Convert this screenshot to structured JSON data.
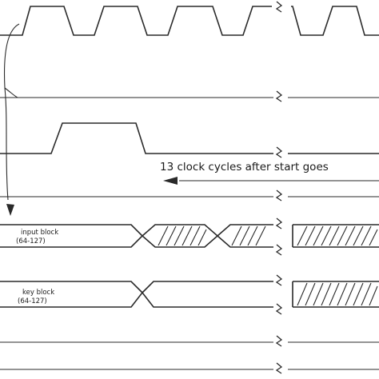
{
  "annotation": {
    "text": "13 clock cycles after start goes"
  },
  "buses": [
    {
      "label_line1": "input block",
      "label_line2": "(64-127)"
    },
    {
      "label_line1": "key block",
      "label_line2": "(64-127)"
    }
  ],
  "signals": [
    {
      "kind": "clock"
    },
    {
      "kind": "low"
    },
    {
      "kind": "pulse"
    },
    {
      "kind": "low-with-arrow"
    },
    {
      "kind": "bus"
    },
    {
      "kind": "bus"
    },
    {
      "kind": "low"
    },
    {
      "kind": "low"
    }
  ],
  "colors": {
    "ink": "#2a2a2a",
    "background": "#ffffff"
  },
  "icons": [
    "break-mark-icon",
    "arrow-head-icon"
  ]
}
